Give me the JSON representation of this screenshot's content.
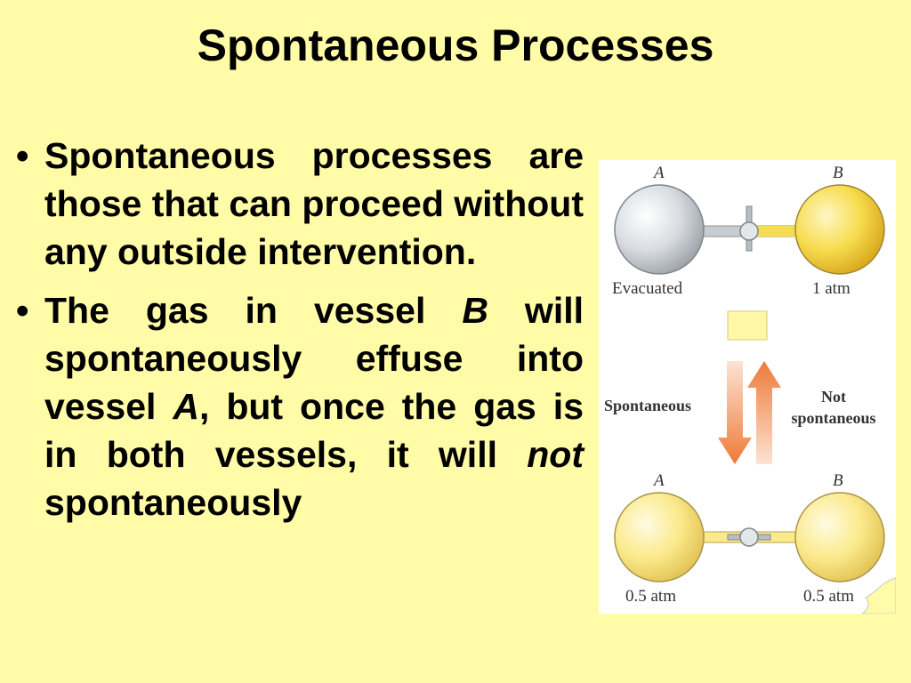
{
  "slide": {
    "title": "Spontaneous Processes"
  },
  "bullets": [
    {
      "text": "Spontaneous processes are those that can proceed without any outside intervention."
    },
    {
      "part1": "The gas in vessel ",
      "em1": "B",
      "part2": " will spontaneously effuse into vessel ",
      "em2": "A",
      "part3": ", but once the gas is in both vessels, it will ",
      "em3": "not",
      "part4": " spontaneously"
    }
  ],
  "figure": {
    "top": {
      "label_a": "A",
      "label_b": "B",
      "caption_a": "Evacuated",
      "caption_b": "1 atm"
    },
    "middle": {
      "forward": "Spontaneous",
      "reverse_line1": "Not",
      "reverse_line2": "spontaneous"
    },
    "bottom": {
      "label_a": "A",
      "label_b": "B",
      "caption_a": "0.5 atm",
      "caption_b": "0.5 atm"
    },
    "colors": {
      "evacuated_flask": "#D9DDE0",
      "gas_flask": "#F7DC4E",
      "half_gas_flask": "#FBEA8C",
      "arrow": "#F08A4B"
    }
  }
}
